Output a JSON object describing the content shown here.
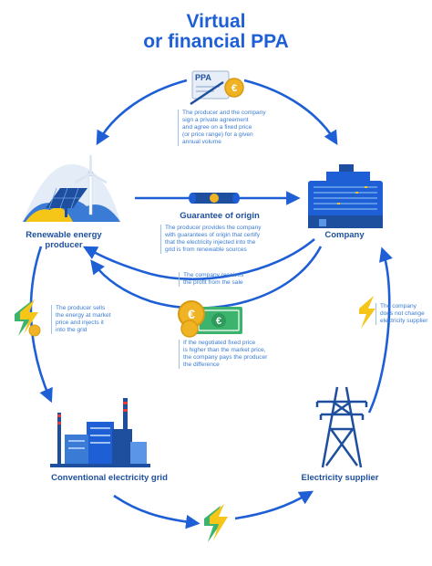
{
  "title": {
    "line1": "Virtual",
    "line2": "or financial PPA"
  },
  "nodes": {
    "producer": "Renewable energy producer",
    "company": "Company",
    "grid": "Conventional electricity grid",
    "supplier": "Electricity supplier"
  },
  "guarantee_label": "Guarantee of origin",
  "ppa_badge": "PPA",
  "notes": {
    "agreement": [
      "The producer and the company",
      "sign a private agreement",
      "and agree on a fixed price",
      "(or price range) for a given",
      "annual volume"
    ],
    "guarantee": [
      "The producer provides the company",
      "with guarantees of origin that certify",
      "that the electricity injected into the",
      "grid is from renewable sources"
    ],
    "profit": [
      "The company receives",
      "the profit from the sale"
    ],
    "difference": [
      "If the negotiated fixed price",
      "is higher than the market price,",
      "the company pays the producer",
      "the difference"
    ],
    "sells": [
      "The producer sells",
      "the energy at market",
      "price and injects it",
      "into the grid"
    ],
    "supplier": [
      "The company",
      "does not change",
      "electricity supplier"
    ]
  },
  "colors": {
    "primary": "#1e5fd6",
    "label": "#1d4f9e",
    "note": "#3a7bd5",
    "bolt": "#f5c518",
    "coin": "#f0b323",
    "money": "#3cb46e"
  }
}
